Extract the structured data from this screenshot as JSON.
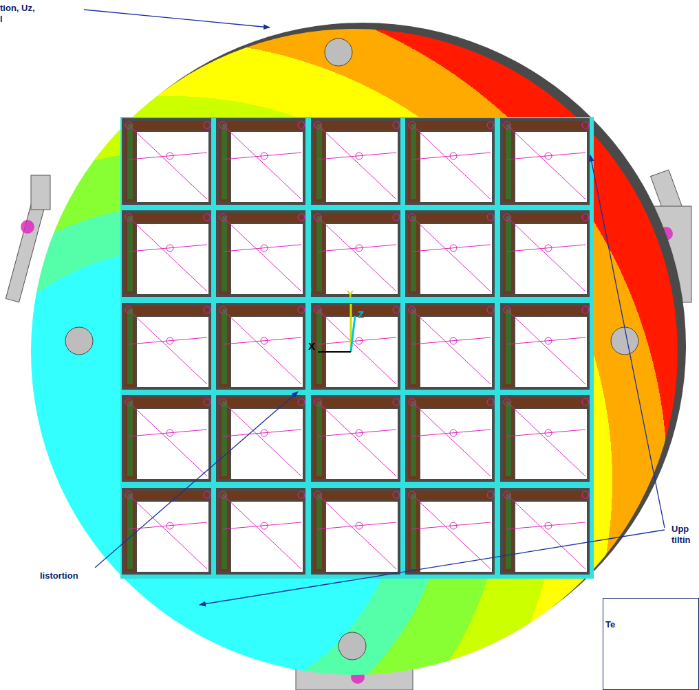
{
  "diagram": {
    "nodes": [
      {
        "text": [
          "Te"
        ]
      }
    ],
    "labels": [
      "tion, Uz,",
      "l",
      "Upp",
      "tiltin",
      "listortion",
      "Y",
      "Z",
      "X"
    ]
  }
}
